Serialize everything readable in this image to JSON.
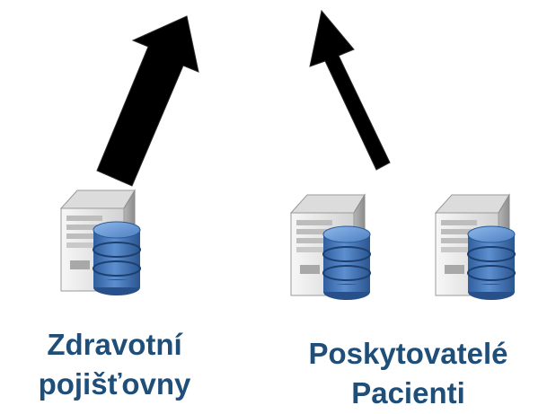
{
  "groups": [
    {
      "id": "left",
      "server_icon": "database-server-icon",
      "server_count": 1,
      "label_lines": [
        "Zdravotní",
        "pojišťovny"
      ]
    },
    {
      "id": "right",
      "server_icon": "database-server-icon",
      "server_count": 2,
      "label_lines": [
        "Poskytovatelé",
        "Pacienti"
      ]
    }
  ],
  "arrows": [
    {
      "from": "left",
      "direction": "up-right"
    },
    {
      "from": "right",
      "direction": "up-left"
    }
  ],
  "colors": {
    "arrow": "#000000",
    "label": "#1f4e79",
    "database_body": "#4a7cbf",
    "database_top": "#6c9fdc",
    "database_band": "#2c5a93",
    "server_body": "#c8c8c8",
    "server_front": "#e6e6e6"
  }
}
